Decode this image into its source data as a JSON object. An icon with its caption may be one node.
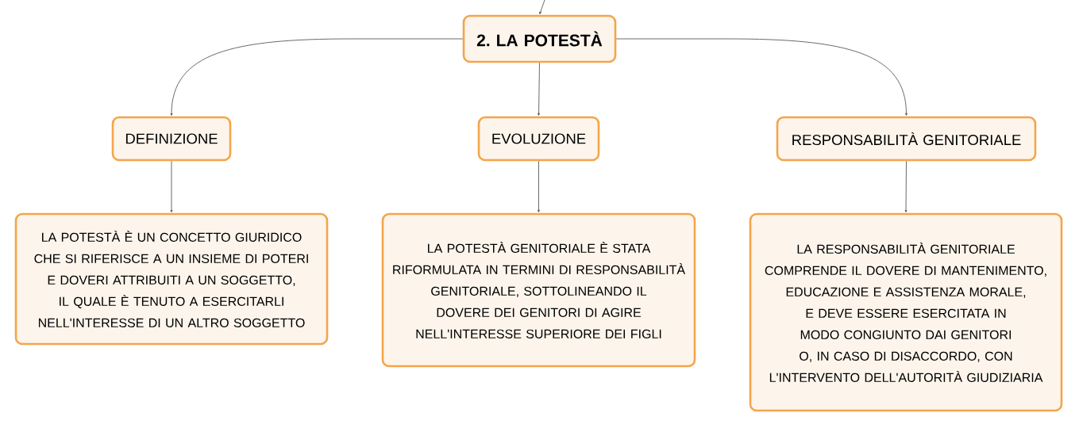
{
  "diagram": {
    "nodes": [
      {
        "text": [
          "2. LA POTESTÀ"
        ]
      },
      {
        "text": [
          "DEFINIZIONE"
        ]
      },
      {
        "text": [
          "EVOLUZIONE"
        ]
      },
      {
        "text": [
          "RESPONSABILITÀ GENITORIALE"
        ]
      },
      {
        "text": [
          "LA POTESTÀ È UN CONCETTO GIURIDICO CHE SI RIFERISCE A UN INSIEME DI POTERI E DOVERI ATTRIBUITI A UN SOGGETTO, IL QUALE È TENUTO A ESERCITARLI NELL'INTERESSE DI UN ALTRO SOGGETTO"
        ]
      },
      {
        "text": [
          "LA POTESTÀ GENITORIALE È STATA RIFORMULATA IN TERMINI DI RESPONSABILITÀ GENITORIALE, SOTTOLINEANDO IL DOVERE DEI GENITORI DI AGIRE NELL'INTERESSE SUPERIORE DEI FIGLI"
        ]
      },
      {
        "text": [
          "LA RESPONSABILITÀ GENITORIALE COMPRENDE IL DOVERE DI MANTENIMENTO, EDUCAZIONE E ASSISTENZA MORALE, E DEVE ESSERE ESERCITATA IN MODO CONGIUNTO DAI GENITORI O, IN CASO DI DISACCORDO, CON L'INTERVENTO DELL'AUTORITÀ GIUDIZIARIA"
        ]
      }
    ],
    "edges": [
      {
        "from": null,
        "to": 0,
        "arrow": "to"
      },
      {
        "from": 0,
        "to": 1,
        "arrow": "to"
      },
      {
        "from": 0,
        "to": 2,
        "arrow": "to"
      },
      {
        "from": 0,
        "to": 3,
        "arrow": "to"
      },
      {
        "from": 1,
        "to": 4,
        "arrow": "to"
      },
      {
        "from": 2,
        "to": 5,
        "arrow": "to"
      },
      {
        "from": 3,
        "to": 6,
        "arrow": "to"
      }
    ]
  }
}
